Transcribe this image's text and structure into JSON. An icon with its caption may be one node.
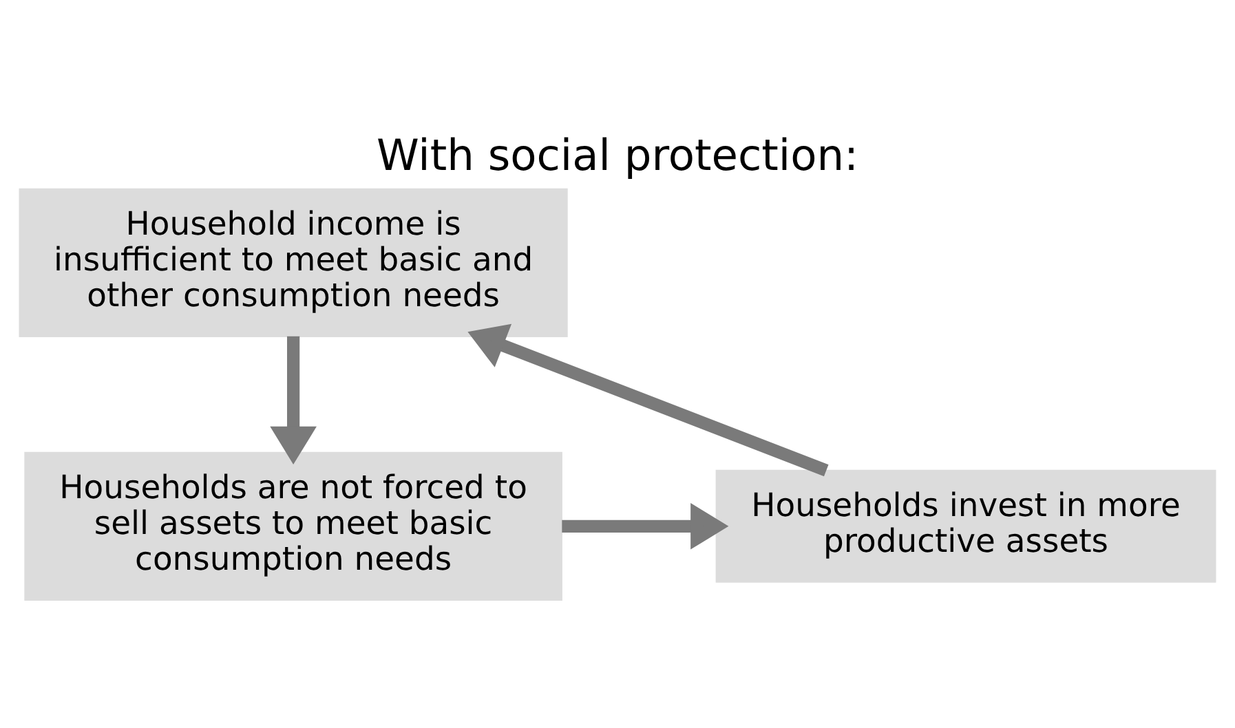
{
  "diagram": {
    "title": "With social protection:",
    "nodes": [
      {
        "text": [
          "Household income is insufficient to meet basic and other consumption needs"
        ]
      },
      {
        "text": [
          "Households are not forced to sell assets to meet basic consumption needs"
        ]
      },
      {
        "text": [
          "Households invest in more productive assets"
        ]
      }
    ],
    "edges": [
      {
        "from": 0,
        "to": 1,
        "arrow": "to"
      },
      {
        "from": 1,
        "to": 2,
        "arrow": "to"
      },
      {
        "from": 2,
        "to": 0,
        "arrow": "to"
      }
    ]
  }
}
